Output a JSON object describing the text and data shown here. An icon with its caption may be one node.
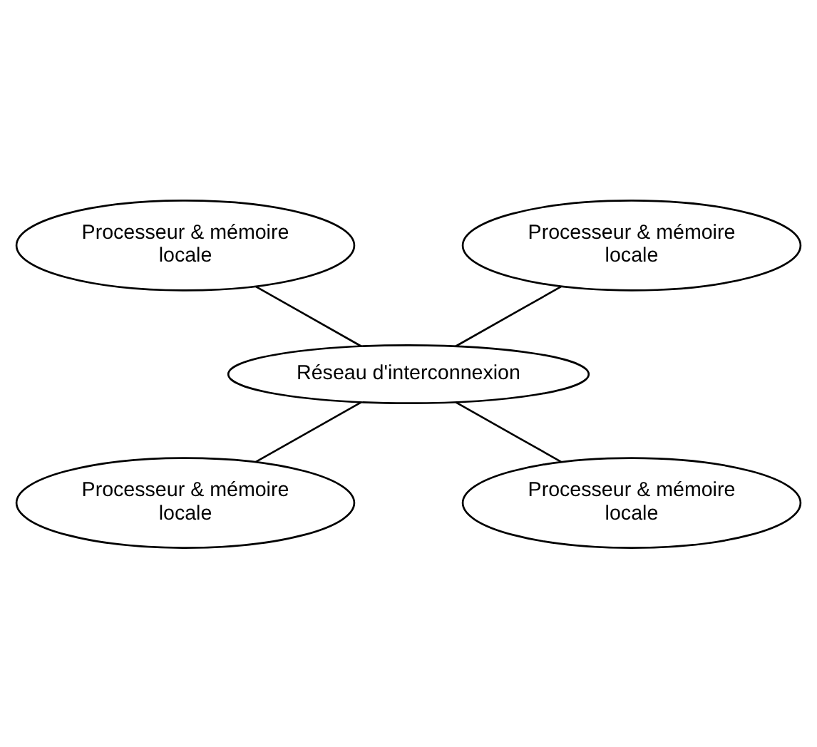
{
  "diagram": {
    "nodes": [
      {
        "text": [
          "Processeur & mémoire locale"
        ]
      },
      {
        "text": [
          "Processeur & mémoire locale"
        ]
      },
      {
        "text": [
          "Réseau d'interconnexion"
        ]
      },
      {
        "text": [
          "Processeur & mémoire locale"
        ]
      },
      {
        "text": [
          "Processeur & mémoire locale"
        ]
      }
    ],
    "edges": [
      {
        "from": 0,
        "to": 2,
        "arrow": "none"
      },
      {
        "from": 1,
        "to": 2,
        "arrow": "none"
      },
      {
        "from": 2,
        "to": 3,
        "arrow": "none"
      },
      {
        "from": 2,
        "to": 4,
        "arrow": "none"
      }
    ]
  }
}
